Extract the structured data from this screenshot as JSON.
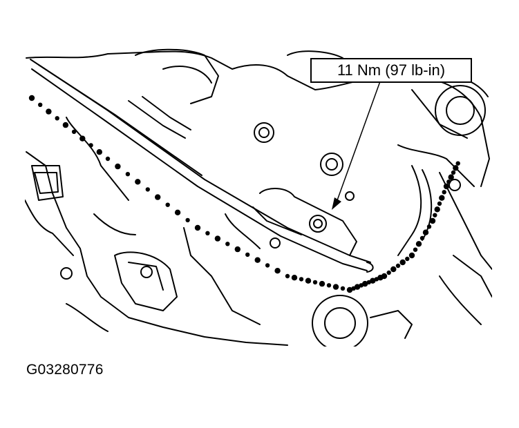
{
  "callout": {
    "torque": "11 Nm (97 lb-in)"
  },
  "figure": {
    "id": "G03280776"
  },
  "icons": {
    "illustration": "timing-chain-guide-illustration"
  },
  "colors": {
    "ink": "#000000",
    "paper": "#ffffff"
  }
}
